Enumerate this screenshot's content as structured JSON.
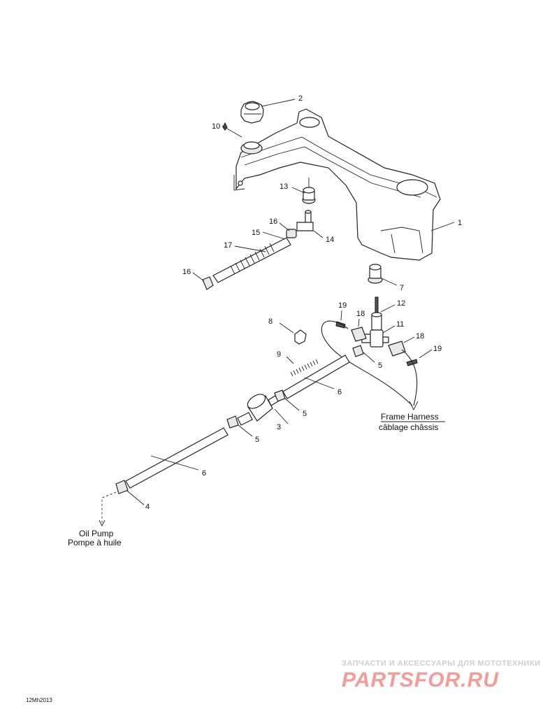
{
  "diagram": {
    "callouts": {
      "c1": "1",
      "c2": "2",
      "c3": "3",
      "c4": "4",
      "c5a": "5",
      "c5b": "5",
      "c5c": "5",
      "c6a": "6",
      "c6b": "6",
      "c7": "7",
      "c8": "8",
      "c9": "9",
      "c10": "10",
      "c11": "11",
      "c12": "12",
      "c13": "13",
      "c14": "14",
      "c15": "15",
      "c16a": "16",
      "c16b": "16",
      "c17": "17",
      "c18a": "18",
      "c18b": "18",
      "c19a": "19",
      "c19b": "19"
    },
    "frame_harness_en": "Frame Harness",
    "frame_harness_fr": "câblage châssis",
    "oil_pump_en": "Oil Pump",
    "oil_pump_fr": "Pompe à huile",
    "drawing_code": "12Mh2013"
  },
  "watermark": {
    "tagline": "ЗАПЧАСТИ И АКСЕССУАРЫ ДЛЯ МОТОТЕХНИКИ",
    "logo": "PARTSFOR.RU"
  }
}
